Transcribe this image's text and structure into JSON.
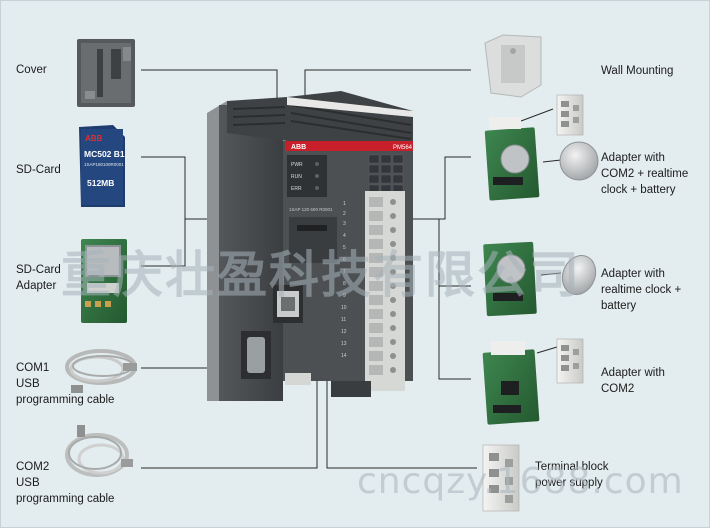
{
  "labels": {
    "cover": "Cover",
    "sd_card": "SD-Card",
    "sd_card_adapter": "SD-Card\nAdapter",
    "com1_cable": "COM1\nUSB\nprogramming cable",
    "com2_cable": "COM2\nUSB\nprogramming cable",
    "wall_mounting": "Wall Mounting",
    "adapter_com2_rtc": "Adapter with\nCOM2 + realtime\nclock + battery",
    "adapter_rtc": "Adapter with\nrealtime clock +\nbattery",
    "adapter_com2": "Adapter with\nCOM2",
    "terminal_block": "Terminal block\npower supply"
  },
  "sd_card": {
    "brand": "ABB",
    "model": "MC502 B1",
    "serial": "1SAP180100R0001",
    "capacity": "512MB"
  },
  "plc": {
    "brand": "ABB",
    "model": "PM564",
    "part_number": "1SAP 120 600 R0001",
    "led_labels": [
      "PWR",
      "RUN",
      "ERR"
    ]
  },
  "watermark": {
    "cn": "重庆壮盈科技有限公司",
    "url": "cncqzy.1688.com"
  },
  "colors": {
    "background": "#e3ecef",
    "line": "#2a2a2a",
    "abb_red": "#c8202a",
    "plc_body": "#4a4d50",
    "board_green": "#2f6e3c"
  }
}
